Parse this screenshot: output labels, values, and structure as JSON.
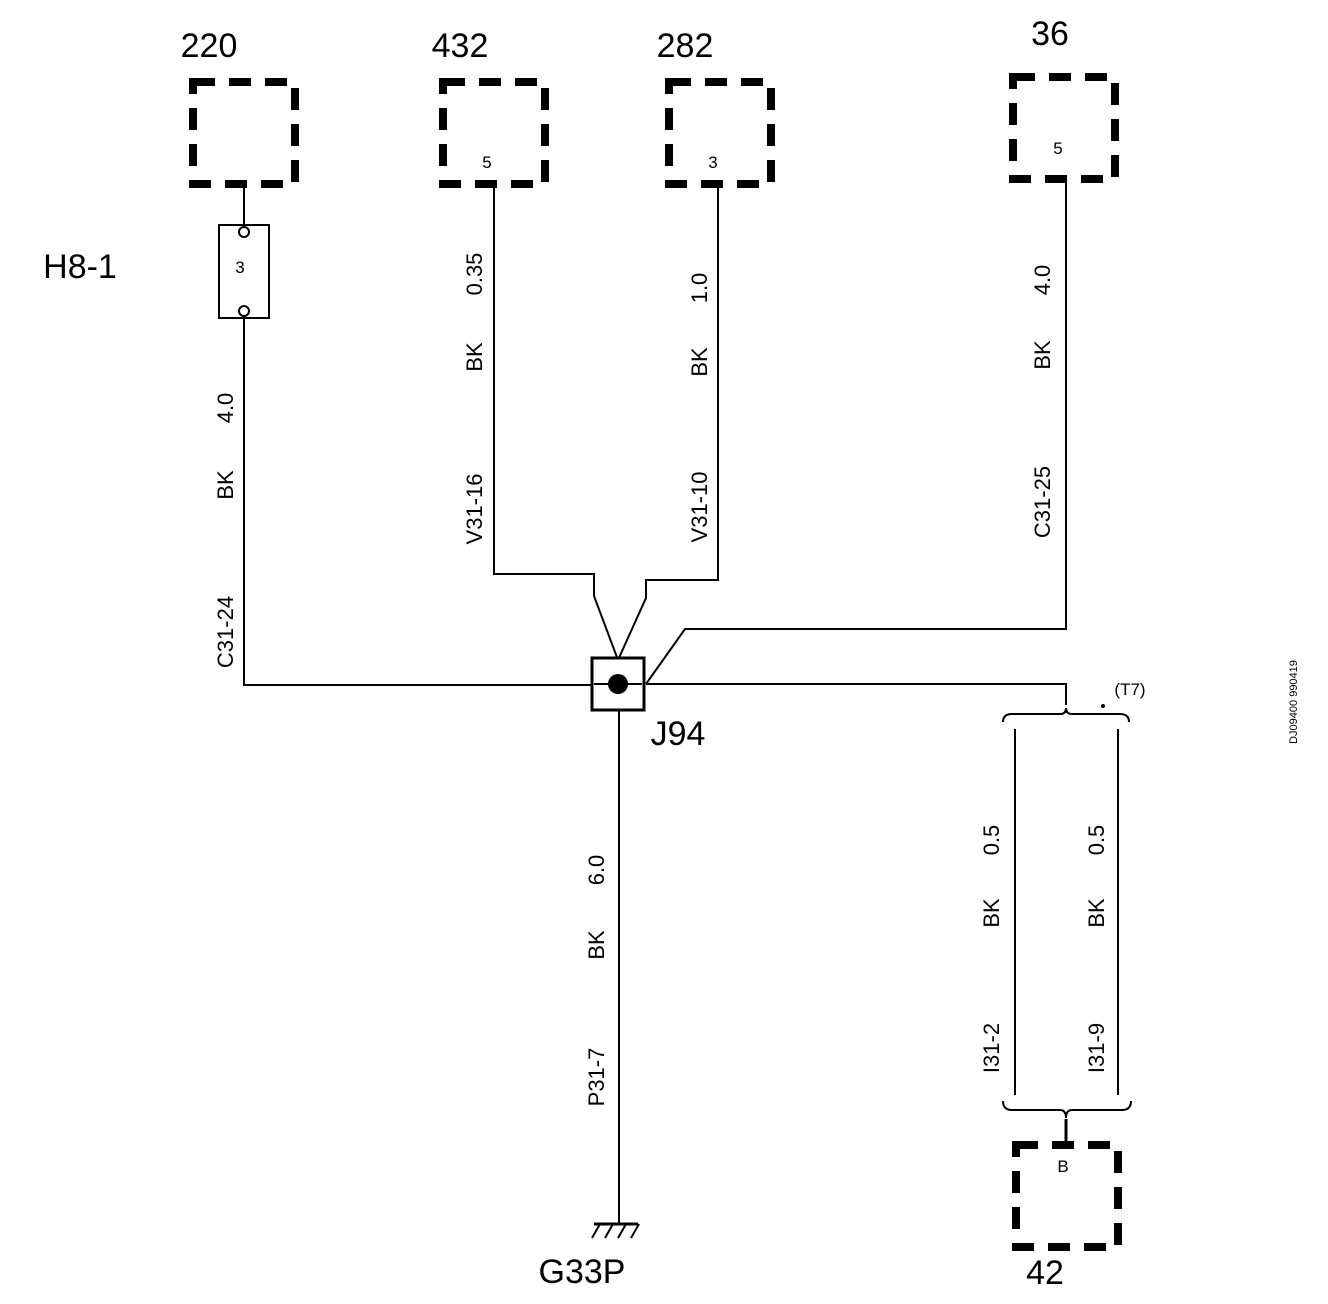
{
  "components": {
    "c220": {
      "number": "220",
      "pin": ""
    },
    "c432": {
      "number": "432",
      "pin": "5"
    },
    "c282": {
      "number": "282",
      "pin": "3"
    },
    "c36": {
      "number": "36",
      "pin": "5"
    },
    "c42": {
      "number": "42",
      "pin": "B"
    }
  },
  "fuse": {
    "label": "H8-1",
    "number": "3"
  },
  "splice": {
    "label": "J94"
  },
  "ground": {
    "label": "G33P"
  },
  "twisted_pair": {
    "label": "(T7)"
  },
  "wires": {
    "w220": {
      "size": "4.0",
      "color": "BK",
      "circuit": "C31-24"
    },
    "w432": {
      "size": "0.35",
      "color": "BK",
      "circuit": "V31-16"
    },
    "w282": {
      "size": "1.0",
      "color": "BK",
      "circuit": "V31-10"
    },
    "w36": {
      "size": "4.0",
      "color": "BK",
      "circuit": "C31-25"
    },
    "wg": {
      "size": "6.0",
      "color": "BK",
      "circuit": "P31-7"
    },
    "w42a": {
      "size": "0.5",
      "color": "BK",
      "circuit": "I31-2"
    },
    "w42b": {
      "size": "0.5",
      "color": "BK",
      "circuit": "I31-9"
    }
  },
  "doc_id": "DJ09400 990419"
}
